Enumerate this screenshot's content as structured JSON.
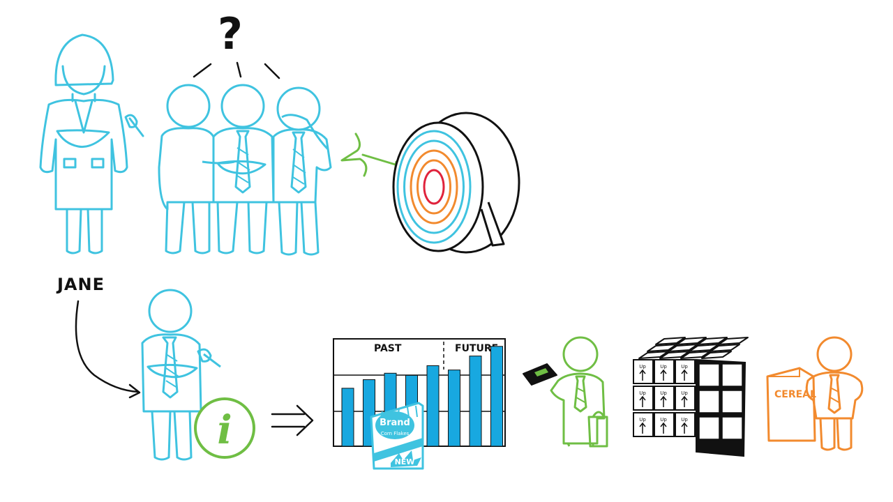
{
  "labels": {
    "jane": "JANE",
    "question": "?",
    "chart_past": "PAST",
    "chart_future": "FUTURE",
    "info_glyph": "i",
    "box_brand": "Brand",
    "box_product": "Corn Flakes",
    "box_new": "NEW",
    "cereal": "CEREAL",
    "crate": "Up"
  },
  "colors": {
    "people": "#3fc3e0",
    "ink": "#111111",
    "bar": "#18a8e0",
    "green": "#6fbe44",
    "orange": "#f28a2e",
    "target_rings": [
      "#3fc3e0",
      "#3fc3e0",
      "#f28a2e",
      "#f28a2e",
      "#e0233c"
    ]
  },
  "chart_data": {
    "type": "bar",
    "values": [
      5.4,
      6.2,
      6.8,
      6.6,
      7.5,
      7.1,
      8.4,
      9.3
    ],
    "segments": [
      "PAST",
      "FUTURE"
    ],
    "future_start_index": 5,
    "ylim": [
      0,
      10
    ]
  }
}
